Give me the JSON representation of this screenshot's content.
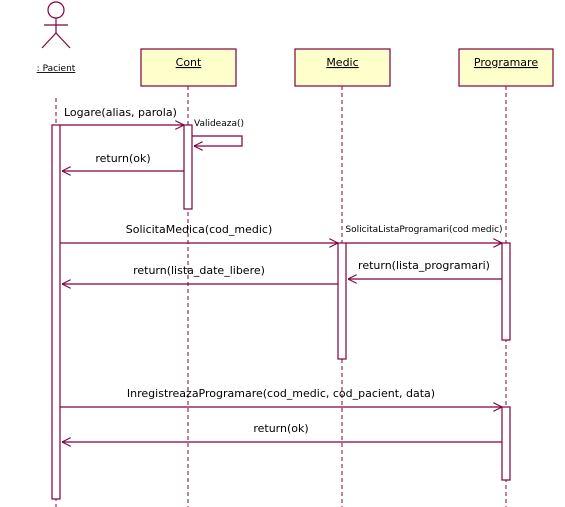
{
  "colors": {
    "line": "#800040",
    "object_fill": "#ffffcc",
    "activation_fill": "#ffffff",
    "text": "#000000"
  },
  "actor": {
    "label": ": Pacient"
  },
  "objects": [
    {
      "id": "cont",
      "label": "Cont"
    },
    {
      "id": "medic",
      "label": "Medic"
    },
    {
      "id": "programare",
      "label": "Programare"
    }
  ],
  "messages": [
    {
      "id": "m1",
      "label": "Logare(alias, parola)"
    },
    {
      "id": "m2",
      "label": "Valideaza()"
    },
    {
      "id": "m3",
      "label": "return(ok)"
    },
    {
      "id": "m4",
      "label": "SolicitaMedica(cod_medic)"
    },
    {
      "id": "m5",
      "label": "SolicitaListaProgramari(cod medic)"
    },
    {
      "id": "m6",
      "label": "return(lista_programari)"
    },
    {
      "id": "m7",
      "label": "return(lista_date_libere)"
    },
    {
      "id": "m8",
      "label": "InregistreazaProgramare(cod_medic, cod_pacient, data)"
    },
    {
      "id": "m9",
      "label": "return(ok)"
    }
  ]
}
